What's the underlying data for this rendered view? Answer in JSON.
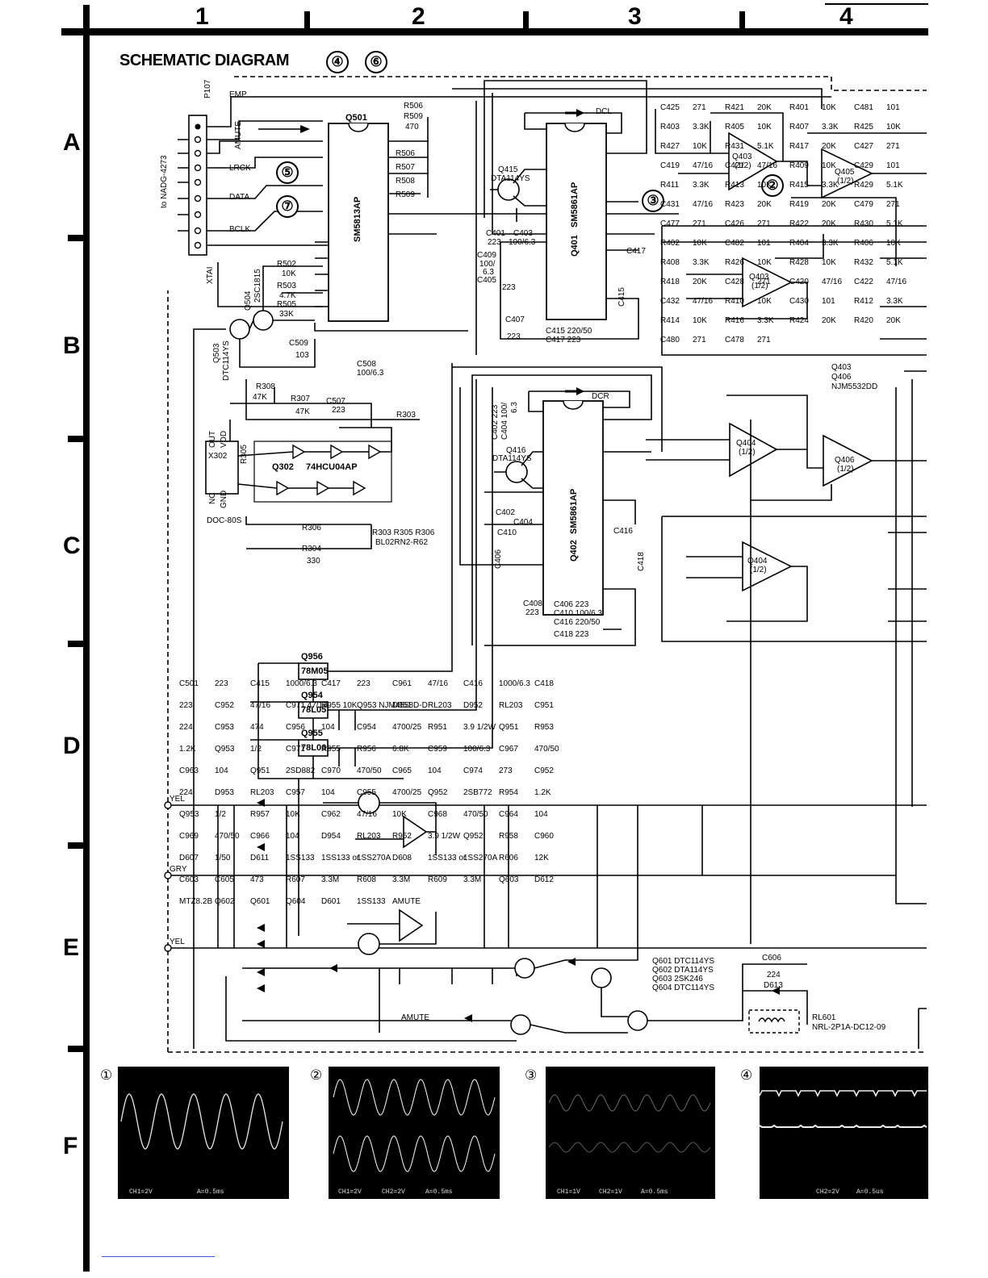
{
  "page": {
    "title": "SCHEMATIC DIAGRAM",
    "columns": [
      "1",
      "2",
      "3",
      "4"
    ],
    "rows": [
      "A",
      "B",
      "C",
      "D",
      "E",
      "F"
    ],
    "markers": [
      "④",
      "⑥",
      "⑤",
      "⑦",
      "②",
      "③"
    ],
    "connector": {
      "ref": "P107",
      "dest": "to NADG-4273",
      "crystal": "XTAI"
    },
    "signals": [
      "EMP",
      "AMUTE",
      "LRCK",
      "DATA",
      "BCLK",
      "DCL",
      "DCR",
      "YEL",
      "GRY",
      "YEL",
      "AMUTE"
    ],
    "ics": [
      {
        "ref": "Q501",
        "part": "SM5813AP"
      },
      {
        "ref": "Q401",
        "part": "SM5861AP"
      },
      {
        "ref": "Q402",
        "part": "SM5861AP"
      },
      {
        "ref": "Q302",
        "part": "74HCU04AP"
      }
    ],
    "transistors": [
      "Q415",
      "DTA114YS",
      "Q416",
      "DTA114YS",
      "Q504",
      "2SC1815",
      "Q503",
      "DTC114YS"
    ],
    "opamps": [
      "Q403",
      "(1/2)",
      "Q405",
      "(1/2)",
      "Q404",
      "(1/2)",
      "Q406",
      "(1/2)",
      "Q403",
      "(1/2)",
      "Q404",
      "(1/2)"
    ],
    "opamp_note": [
      "Q403",
      "Q406",
      "NJM5532DD"
    ],
    "regulators": [
      {
        "ref": "Q956",
        "part": "78M05"
      },
      {
        "ref": "Q954",
        "part": "78L05"
      },
      {
        "ref": "Q955",
        "part": "78L06"
      }
    ],
    "crystal": {
      "ref": "X302",
      "part": "DOC-80S",
      "pins": [
        "OUT",
        "VDD",
        "NC",
        "GND"
      ]
    },
    "resistor_labels": [
      "R506",
      "R509",
      "470",
      "R506",
      "R507",
      "R508",
      "R509",
      "R502",
      "10K",
      "R503",
      "4.7K",
      "R505",
      "33K",
      "R308",
      "47K",
      "R307",
      "47K",
      "R303",
      "R305",
      "R306",
      "R304",
      "330"
    ],
    "bead_note": [
      "R303 R305 R306",
      "BL02RN2-R62"
    ],
    "cap_labels": [
      "C401",
      "223",
      "C403",
      "100/6.3",
      "C409",
      "100/",
      "6.3",
      "C405",
      "223",
      "C407",
      "223",
      "C415 220/50",
      "C417 223",
      "C417",
      "C415",
      "C509",
      "103",
      "C508",
      "100/6.3",
      "C507",
      "223",
      "C402 223",
      "C404 100/",
      "6.3",
      "C402",
      "C404",
      "C410",
      "C416",
      "C406",
      "C408",
      "223",
      "C406 223",
      "C410 100/6.3",
      "C416 220/50",
      "C418",
      "C418 223"
    ],
    "right_labels": [
      "C425",
      "271",
      "R421",
      "20K",
      "R401",
      "10K",
      "C481",
      "101",
      "R403",
      "3.3K",
      "R405",
      "10K",
      "R407",
      "3.3K",
      "R425",
      "10K",
      "R427",
      "10K",
      "R431",
      "5.1K",
      "R417",
      "20K",
      "C427",
      "271",
      "C419",
      "47/16",
      "C421",
      "47/16",
      "R409",
      "10K",
      "C429",
      "101",
      "R411",
      "3.3K",
      "R413",
      "10K",
      "R415",
      "3.3K",
      "R429",
      "5.1K",
      "C431",
      "47/16",
      "R423",
      "20K",
      "R419",
      "20K",
      "C479",
      "271",
      "C477",
      "271",
      "C426",
      "271",
      "R422",
      "20K",
      "R430",
      "5.1K",
      "R402",
      "10K",
      "C482",
      "101",
      "R404",
      "3.3K",
      "R406",
      "10K",
      "R408",
      "3.3K",
      "R426",
      "10K",
      "R428",
      "10K",
      "R432",
      "5.1K",
      "R418",
      "20K",
      "C428",
      "271",
      "C420",
      "47/16",
      "C422",
      "47/16",
      "C432",
      "47/16",
      "R410",
      "10K",
      "C430",
      "101",
      "R412",
      "3.3K",
      "R414",
      "10K",
      "R416",
      "3.3K",
      "R424",
      "20K",
      "R420",
      "20K",
      "C480",
      "271",
      "C478",
      "271"
    ],
    "power_labels": [
      "C501",
      "223",
      "C415",
      "1000/6.3",
      "C417",
      "223",
      "C961",
      "47/16",
      "C416",
      "1000/6.3",
      "C418",
      "223",
      "C952",
      "47/16",
      "C971 47/16",
      "R955 10K",
      "Q953 NJM4558D-D",
      "D951",
      "RL203",
      "D952",
      "RL203",
      "C951",
      "224",
      "C953",
      "474",
      "C956",
      "104",
      "C954",
      "4700/25",
      "R951",
      "3.9 1/2W",
      "Q951",
      "R953",
      "1.2K",
      "Q953",
      "1/2",
      "C971",
      "R955",
      "R956",
      "6.8K",
      "C959",
      "100/6.3",
      "C967",
      "470/50",
      "C963",
      "104",
      "Q951",
      "2SD882",
      "C970",
      "470/50",
      "C965",
      "104",
      "C974",
      "273",
      "C952",
      "224",
      "D953",
      "RL203",
      "C957",
      "104",
      "C955",
      "4700/25",
      "Q952",
      "2SB772",
      "R954",
      "1.2K",
      "Q953",
      "1/2",
      "R957",
      "10K",
      "C962",
      "47/16",
      "10K",
      "C968",
      "470/50",
      "C964",
      "104",
      "C969",
      "470/50",
      "C966",
      "104",
      "D954",
      "RL203",
      "R952",
      "3.9 1/2W",
      "Q952",
      "R958",
      "C960",
      "D607",
      "1/50",
      "D611",
      "1SS133",
      "1SS133 or",
      "1SS270A",
      "D608",
      "1SS133 or",
      "1SS270A",
      "R606",
      "12K",
      "C603",
      "C605",
      "473",
      "R607",
      "3.3M",
      "R608",
      "3.3M",
      "R609",
      "3.3M",
      "Q603",
      "D612",
      "MTZ8.2B",
      "Q602",
      "Q601",
      "Q604",
      "D601",
      "1SS133",
      "AMUTE"
    ],
    "relay_legend": [
      "Q601 DTC114YS",
      "Q602 DTA114YS",
      "Q603 2SK246",
      "Q604 DTC114YS"
    ],
    "relay": {
      "cap": "C606",
      "cap_value": "224",
      "diode": "D613",
      "ref": "RL601",
      "part": "NRL-2P1A-DC12-09"
    }
  },
  "scopes": [
    {
      "number": "①",
      "captions": [
        "CH1=2V",
        "A=0.5ms"
      ]
    },
    {
      "number": "②",
      "captions": [
        "CH1=2V",
        "CH2=2V",
        "A=0.5ms"
      ]
    },
    {
      "number": "③",
      "captions": [
        "CH1=1V",
        "CH2=1V",
        "A=0.5ms"
      ]
    },
    {
      "number": "④",
      "captions": [
        "CH2=2V",
        "A=0.5us"
      ]
    }
  ]
}
